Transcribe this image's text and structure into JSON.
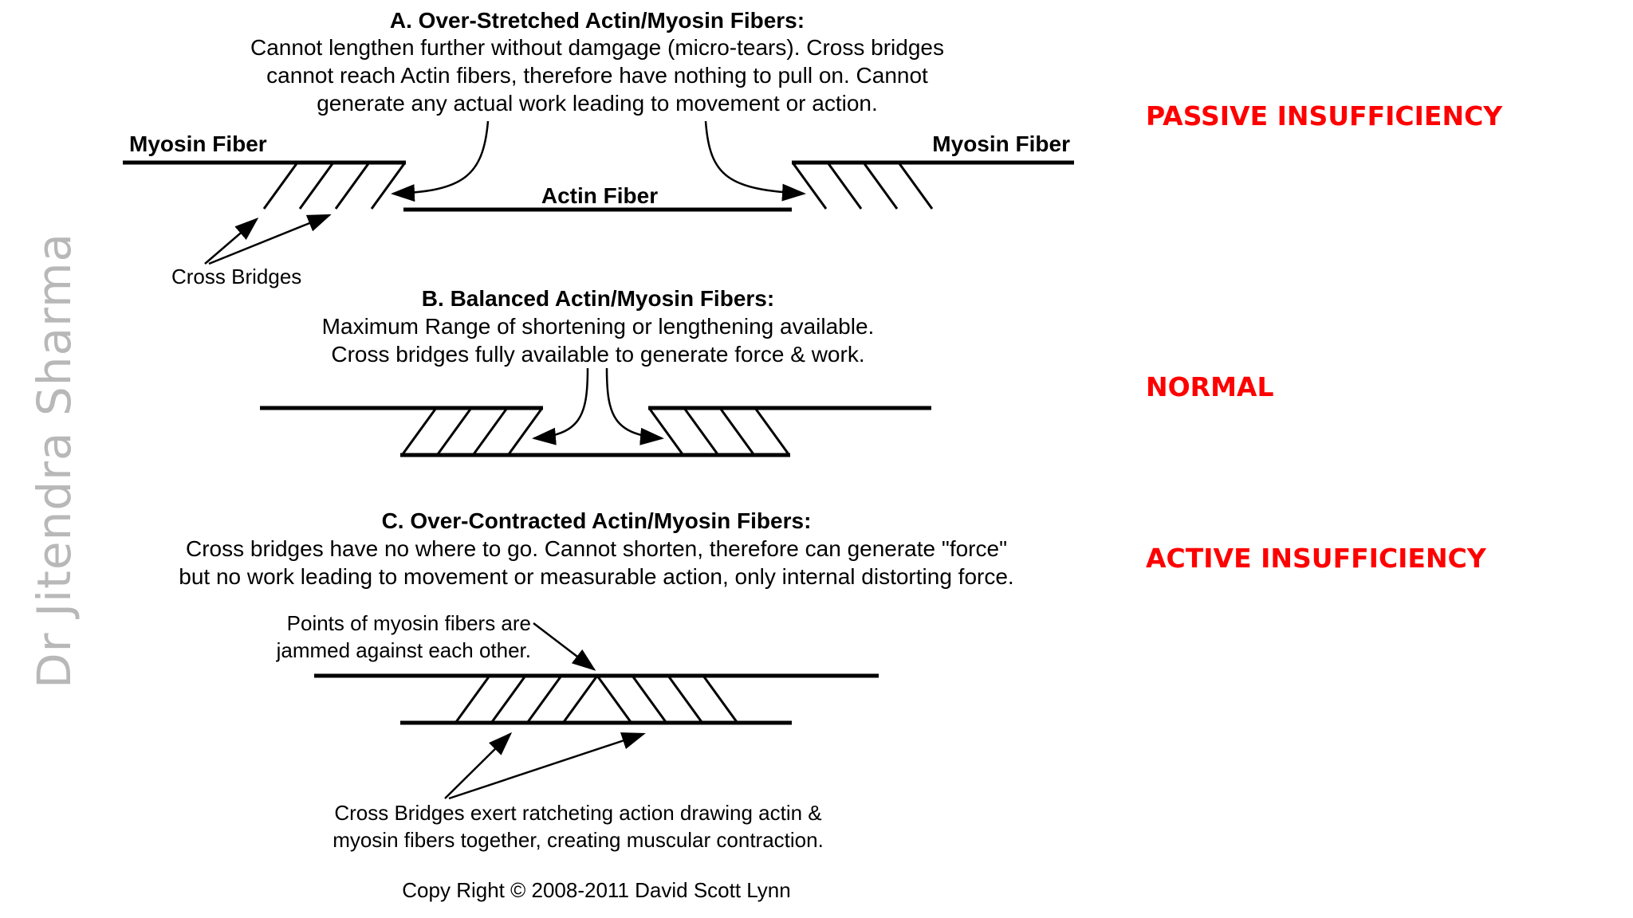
{
  "watermark": "Dr Jitendra Sharma",
  "labels": {
    "passive": "PASSIVE INSUFFICIENCY",
    "normal": "NORMAL",
    "active": "ACTIVE INSUFFICIENCY"
  },
  "label_color": "#ff0000",
  "section_a": {
    "title": "A. Over-Stretched Actin/Myosin Fibers:",
    "lines": [
      "Cannot lengthen further without damgage (micro-tears). Cross bridges",
      "cannot reach Actin fibers, therefore have nothing to pull on. Cannot",
      "generate any actual work leading to movement or action."
    ],
    "myosin_left": "Myosin Fiber",
    "myosin_right": "Myosin Fiber",
    "actin": "Actin Fiber",
    "cross_bridges": "Cross Bridges"
  },
  "section_b": {
    "title": "B. Balanced Actin/Myosin Fibers:",
    "lines": [
      "Maximum Range of shortening or lengthening available.",
      "Cross bridges fully available to generate force & work."
    ]
  },
  "section_c": {
    "title": "C. Over-Contracted Actin/Myosin Fibers:",
    "lines": [
      "Cross bridges have no where to go. Cannot shorten, therefore can generate \"force\"",
      "but no work leading to movement or measurable action, only internal distorting force."
    ],
    "points_note": [
      "Points of myosin fibers are",
      "jammed against each other."
    ],
    "ratchet_note": [
      "Cross Bridges exert ratcheting action drawing actin &",
      "myosin fibers together, creating muscular contraction."
    ]
  },
  "copyright": "Copy Right © 2008-2011 David Scott Lynn"
}
